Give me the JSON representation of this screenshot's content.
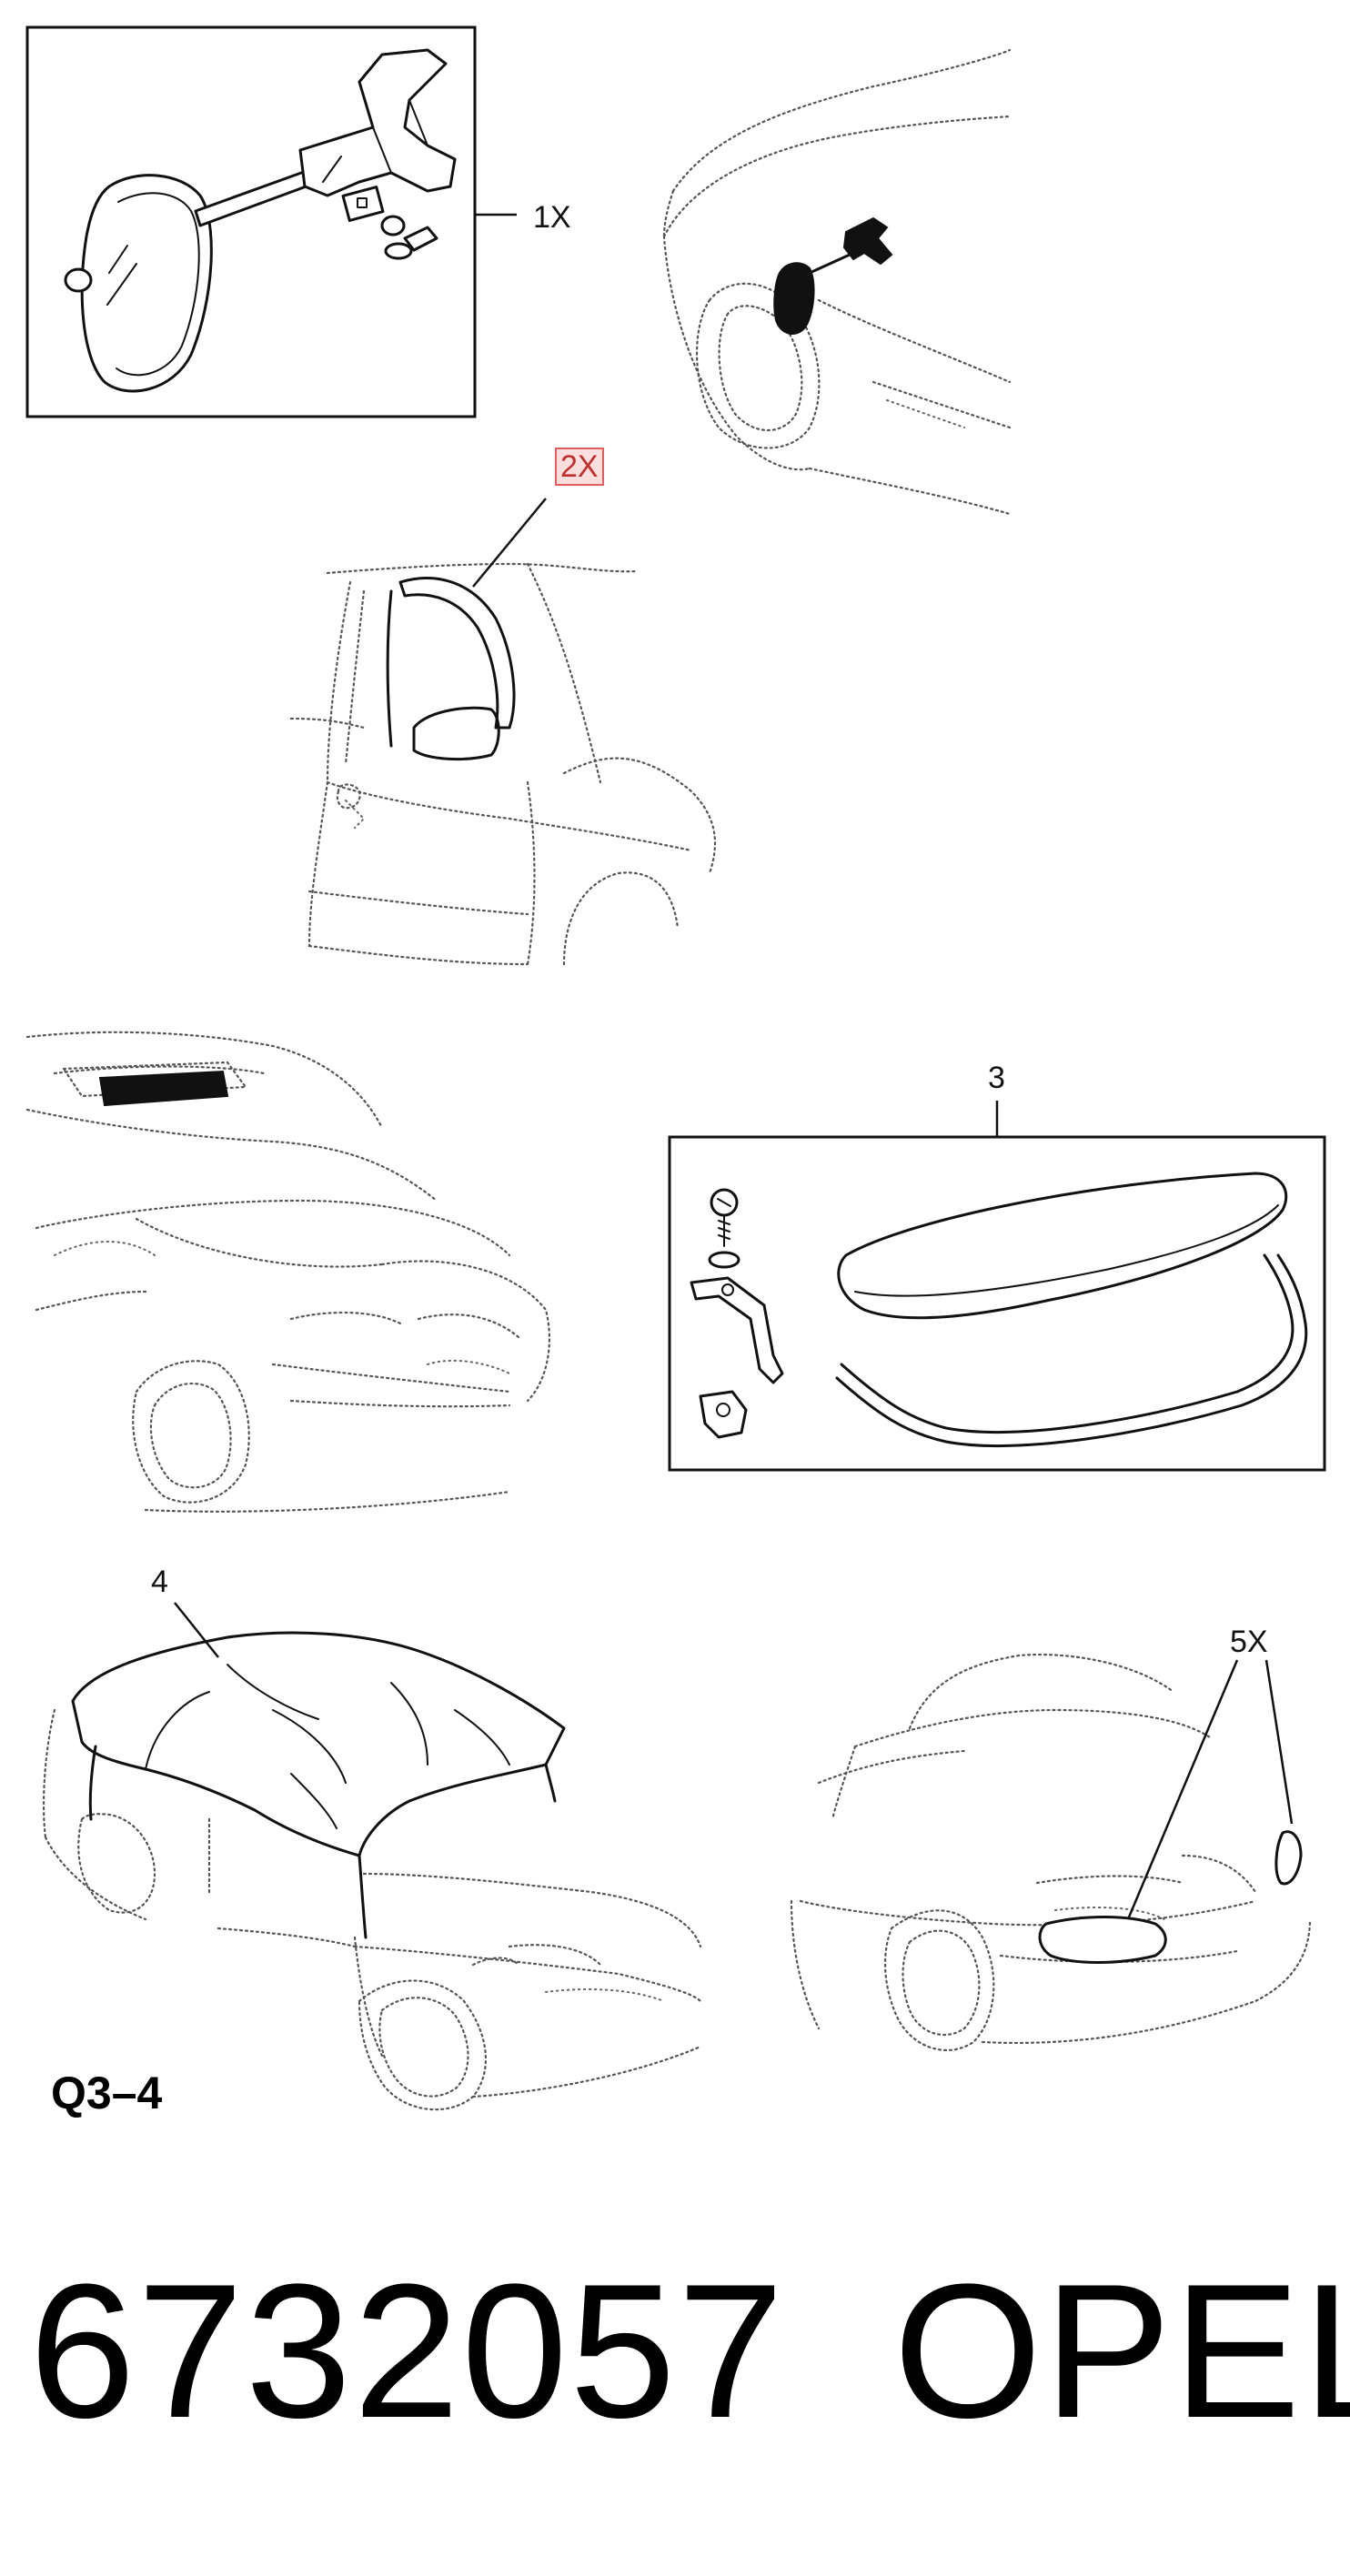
{
  "callouts": {
    "mirror_kit": "1X",
    "window_deflector": "2X",
    "sunroof_deflector": "3",
    "car_cover": "4",
    "headlamp_protector": "5X"
  },
  "section_code": "Q3–4",
  "part_number": "6732057",
  "brand": "OPEL",
  "colors": {
    "line": "#111111",
    "dotted": "#555555",
    "highlight_border": "#e06060",
    "highlight_fill": "#fbdede"
  }
}
